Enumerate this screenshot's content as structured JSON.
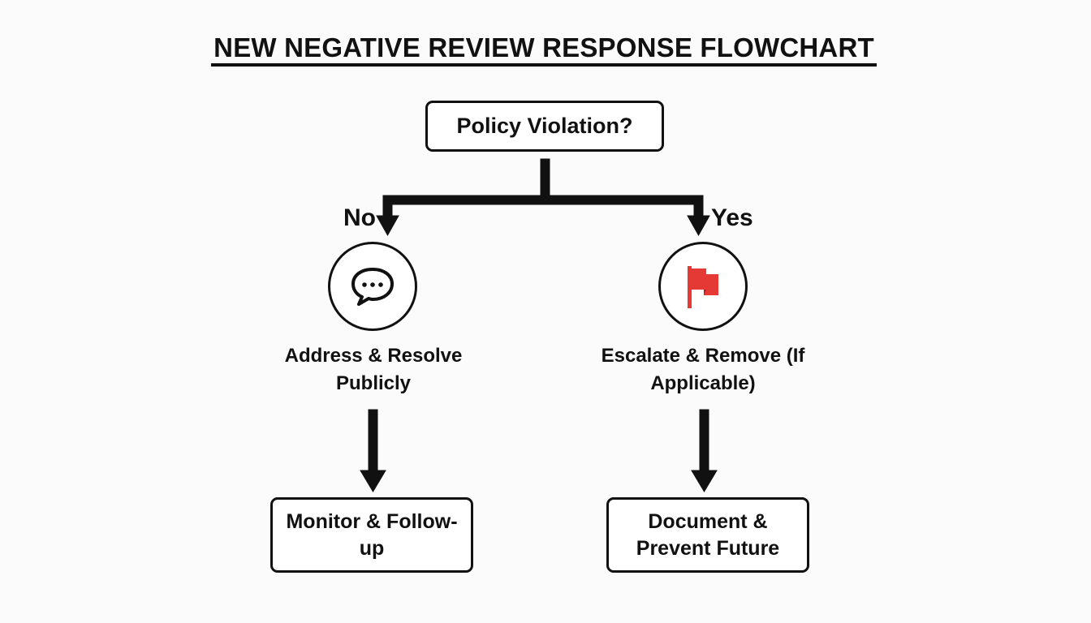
{
  "title": "NEW NEGATIVE REVIEW RESPONSE FLOWCHART",
  "decision": {
    "label": "Policy Violation?"
  },
  "branches": {
    "no": {
      "label": "No",
      "icon": "chat-bubble-icon",
      "action": "Address & Resolve Publicly",
      "next": "Monitor & Follow-up"
    },
    "yes": {
      "label": "Yes",
      "icon": "red-flag-icon",
      "action": "Escalate & Remove (If Applicable)",
      "next": "Document & Prevent Future"
    }
  },
  "colors": {
    "line": "#111111",
    "flag": "#e53935",
    "background": "#fbfbfb"
  }
}
